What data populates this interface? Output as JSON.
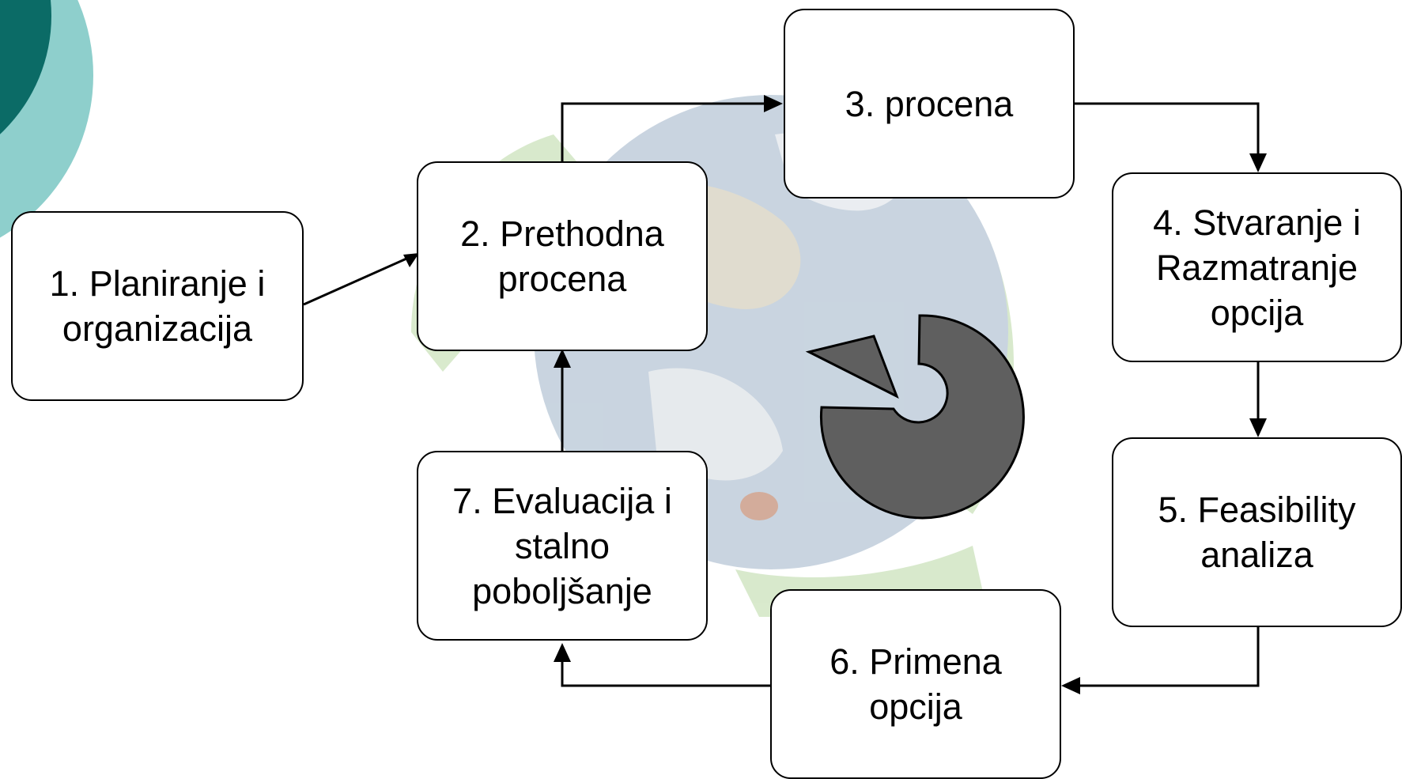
{
  "diagram": {
    "steps": [
      {
        "id": "s1",
        "label": "1. Planiranje i\norganizacija"
      },
      {
        "id": "s2",
        "label": "2. Prethodna\nprocena"
      },
      {
        "id": "s3",
        "label": "3. procena"
      },
      {
        "id": "s4",
        "label": "4. Stvaranje i\nRazmatranje\nopcija"
      },
      {
        "id": "s5",
        "label": "5. Feasibility\nanaliza"
      },
      {
        "id": "s6",
        "label": "6. Primena\nopcija"
      },
      {
        "id": "s7",
        "label": "7. Evaluacija i\nstalno\npoboljšanje"
      }
    ],
    "colors": {
      "corner_dark": "#0b6b66",
      "corner_light": "#8ecfcc",
      "cycle_symbol": "#5f5f5f",
      "box_border": "#000000",
      "box_fill": "#ffffff",
      "connector": "#000000"
    },
    "icons": [
      "globe-recycle-background",
      "cycle-arrow-icon"
    ]
  }
}
